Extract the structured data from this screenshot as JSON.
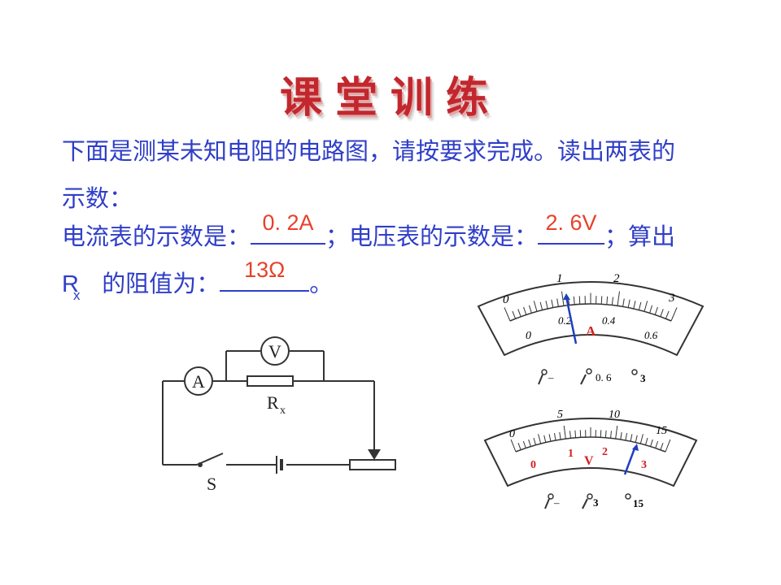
{
  "slide": {
    "title": "课堂训练",
    "line1": "下面是测某未知电阻的电路图，请按要求完成。读出两表的",
    "line2": "示数：",
    "ammeter_prefix": "电流表的示数是：",
    "ammeter_answer": "0. 2A",
    "sep": "；电压表的示数是：",
    "voltmeter_answer": "2. 6V",
    "tail": "；算出",
    "rx_r": "R",
    "rx_x": "x",
    "resistance_prefix": " 的阻值为：",
    "resistance_answer": "13Ω",
    "end": "。"
  },
  "circuit": {
    "ammeter_symbol": "A",
    "voltmeter_symbol": "V",
    "resistor_label": "R",
    "resistor_subscript": "x",
    "switch_label": "S"
  },
  "ammeter_meter": {
    "upper_scale": [
      "0",
      "1",
      "2",
      "3"
    ],
    "lower_scale": [
      "0",
      "0.2",
      "0.4",
      "0.6"
    ],
    "unit": "A",
    "terminals": [
      "–",
      "0. 6",
      "3"
    ],
    "reading_fraction": 0.333
  },
  "voltmeter_meter": {
    "upper_scale": [
      "0",
      "5",
      "10",
      "15"
    ],
    "lower_scale": [
      "0",
      "1",
      "2",
      "3"
    ],
    "unit": "V",
    "terminals": [
      "–",
      "3",
      "15"
    ],
    "reading_fraction": 0.867
  }
}
